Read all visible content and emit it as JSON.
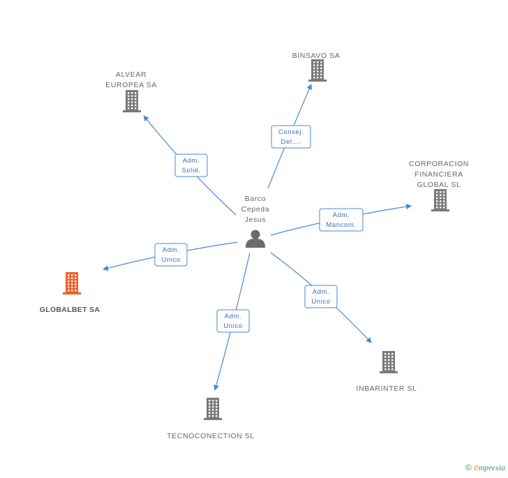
{
  "colors": {
    "edge": "#4a86d8",
    "company": "#7a7a7a",
    "focus_company": "#f0602e",
    "person": "#6b6b6b"
  },
  "center": {
    "id": "person",
    "icon": "person-icon",
    "label_lines": [
      "Barco",
      "Cepeda",
      "Jesus"
    ]
  },
  "nodes": [
    {
      "id": "alvear",
      "name": "alvear-europea",
      "icon": "building-icon",
      "label_lines": [
        "ALVEAR",
        "EUROPEA SA"
      ],
      "highlight": false
    },
    {
      "id": "binsavo",
      "name": "binsavo",
      "icon": "building-icon",
      "label_lines": [
        "BINSAVO SA"
      ],
      "highlight": false
    },
    {
      "id": "corporacion",
      "name": "corporacion-financiera-global",
      "icon": "building-icon",
      "label_lines": [
        "CORPORACION",
        "FINANCIERA",
        "GLOBAL  SL"
      ],
      "highlight": false
    },
    {
      "id": "globalbet",
      "name": "globalbet",
      "icon": "building-icon",
      "label_lines": [
        "GLOBALBET SA"
      ],
      "highlight": true
    },
    {
      "id": "inbarinter",
      "name": "inbarinter",
      "icon": "building-icon",
      "label_lines": [
        "INBARINTER SL"
      ],
      "highlight": false
    },
    {
      "id": "tecnoconection",
      "name": "tecnoconection",
      "icon": "building-icon",
      "label_lines": [
        "TECNOCONECTION SL"
      ],
      "highlight": false
    }
  ],
  "edges": [
    {
      "to": "alvear",
      "label_lines": [
        "Adm.",
        "Solid."
      ]
    },
    {
      "to": "binsavo",
      "label_lines": [
        "Consej.",
        "Del...."
      ]
    },
    {
      "to": "corporacion",
      "label_lines": [
        "Adm.",
        "Mancom."
      ]
    },
    {
      "to": "globalbet",
      "label_lines": [
        "Adm.",
        "Unico"
      ]
    },
    {
      "to": "inbarinter",
      "label_lines": [
        "Adm.",
        "Unico"
      ]
    },
    {
      "to": "tecnoconection",
      "label_lines": [
        "Adm.",
        "Unico"
      ]
    }
  ],
  "footer": {
    "copyright": "©",
    "brand_initial": "e",
    "brand_rest": "mpresia"
  }
}
